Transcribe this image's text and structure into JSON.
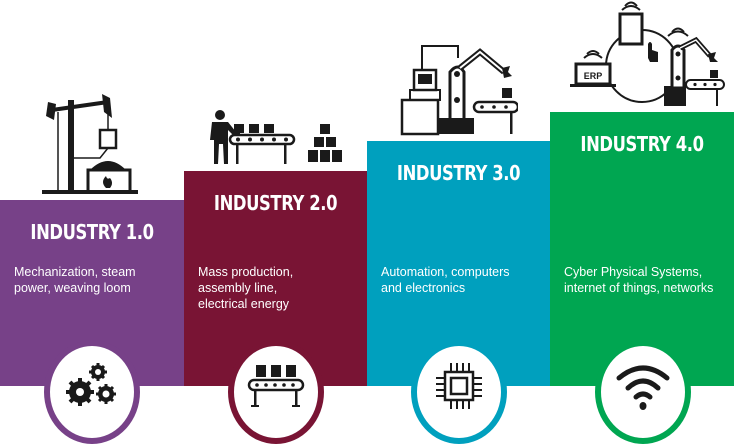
{
  "stages": [
    {
      "title": "INDUSTRY 1.0",
      "description_line1": "Mechanization, steam",
      "description_line2": "power, weaving loom",
      "description_line3": "",
      "color": "#774188",
      "illustration": "steam-engine-icon",
      "badge_icon": "gears-icon"
    },
    {
      "title": "INDUSTRY 2.0",
      "description_line1": "Mass production,",
      "description_line2": "assembly line,",
      "description_line3": "electrical energy",
      "color": "#791434",
      "illustration": "assembly-line-worker-icon",
      "badge_icon": "conveyor-belt-icon"
    },
    {
      "title": "INDUSTRY 3.0",
      "description_line1": "Automation, computers",
      "description_line2": "and electronics",
      "description_line3": "",
      "color": "#00A0BE",
      "illustration": "robot-arm-computer-icon",
      "badge_icon": "microchip-icon"
    },
    {
      "title": "INDUSTRY 4.0",
      "description_line1": "Cyber Physical Systems,",
      "description_line2": "internet of things, networks",
      "description_line3": "",
      "color": "#00A651",
      "illustration": "connected-factory-icon",
      "badge_icon": "wifi-icon",
      "erp_label": "ERP"
    }
  ]
}
